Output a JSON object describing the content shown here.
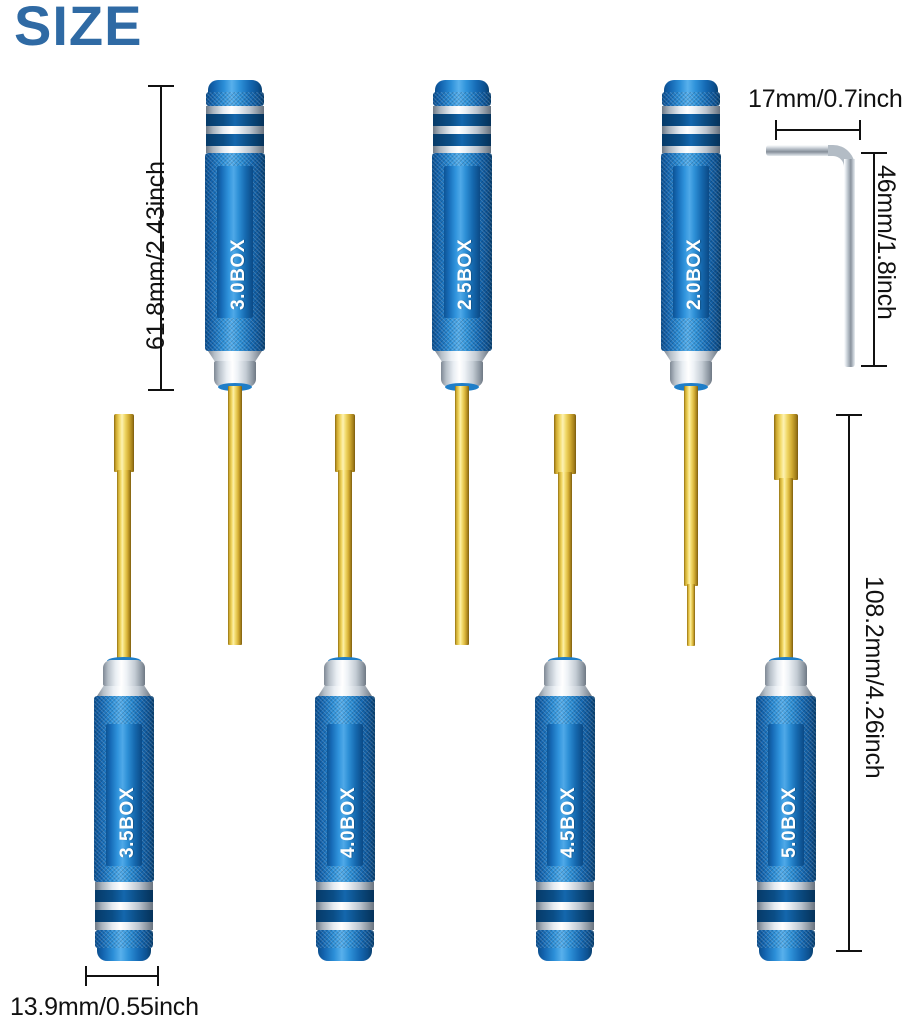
{
  "title": "SIZE",
  "accent_color": "#2f6aa4",
  "dimensions": {
    "handle_length": "61.8mm/2.43inch",
    "hexkey_width": "17mm/0.7inch",
    "hexkey_length": "46mm/1.8inch",
    "driver_total_length": "108.2mm/4.26inch",
    "handle_diameter": "13.9mm/0.55inch"
  },
  "top_row": [
    {
      "label": "3.0BOX"
    },
    {
      "label": "2.5BOX"
    },
    {
      "label": "2.0BOX"
    }
  ],
  "bottom_row": [
    {
      "label": "3.5BOX"
    },
    {
      "label": "4.0BOX"
    },
    {
      "label": "4.5BOX"
    },
    {
      "label": "5.0BOX"
    }
  ],
  "hexkey": {
    "name": "L-shaped hex wrench"
  }
}
